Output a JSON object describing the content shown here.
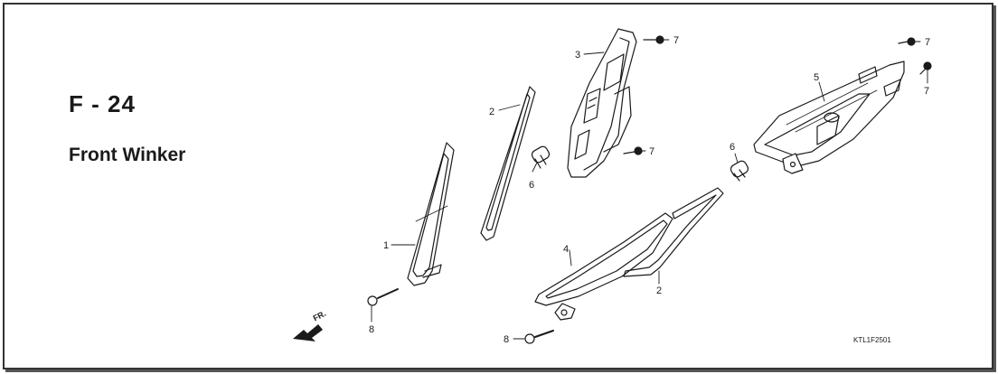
{
  "header": {
    "code": "F - 24",
    "title": "Front Winker"
  },
  "diagram": {
    "reference_code": "KTL1F2501",
    "direction_label": "FR.",
    "callouts": [
      {
        "id": "c1",
        "label": "1"
      },
      {
        "id": "c2a",
        "label": "2"
      },
      {
        "id": "c2b",
        "label": "2"
      },
      {
        "id": "c3",
        "label": "3"
      },
      {
        "id": "c4",
        "label": "4"
      },
      {
        "id": "c5",
        "label": "5"
      },
      {
        "id": "c6a",
        "label": "6"
      },
      {
        "id": "c6b",
        "label": "6"
      },
      {
        "id": "c7a",
        "label": "7"
      },
      {
        "id": "c7b",
        "label": "7"
      },
      {
        "id": "c7c",
        "label": "7"
      },
      {
        "id": "c7d",
        "label": "7"
      },
      {
        "id": "c8a",
        "label": "8"
      },
      {
        "id": "c8b",
        "label": "8"
      }
    ]
  },
  "colors": {
    "line": "#1a1a1a",
    "frame": "#333333",
    "background": "#ffffff"
  }
}
